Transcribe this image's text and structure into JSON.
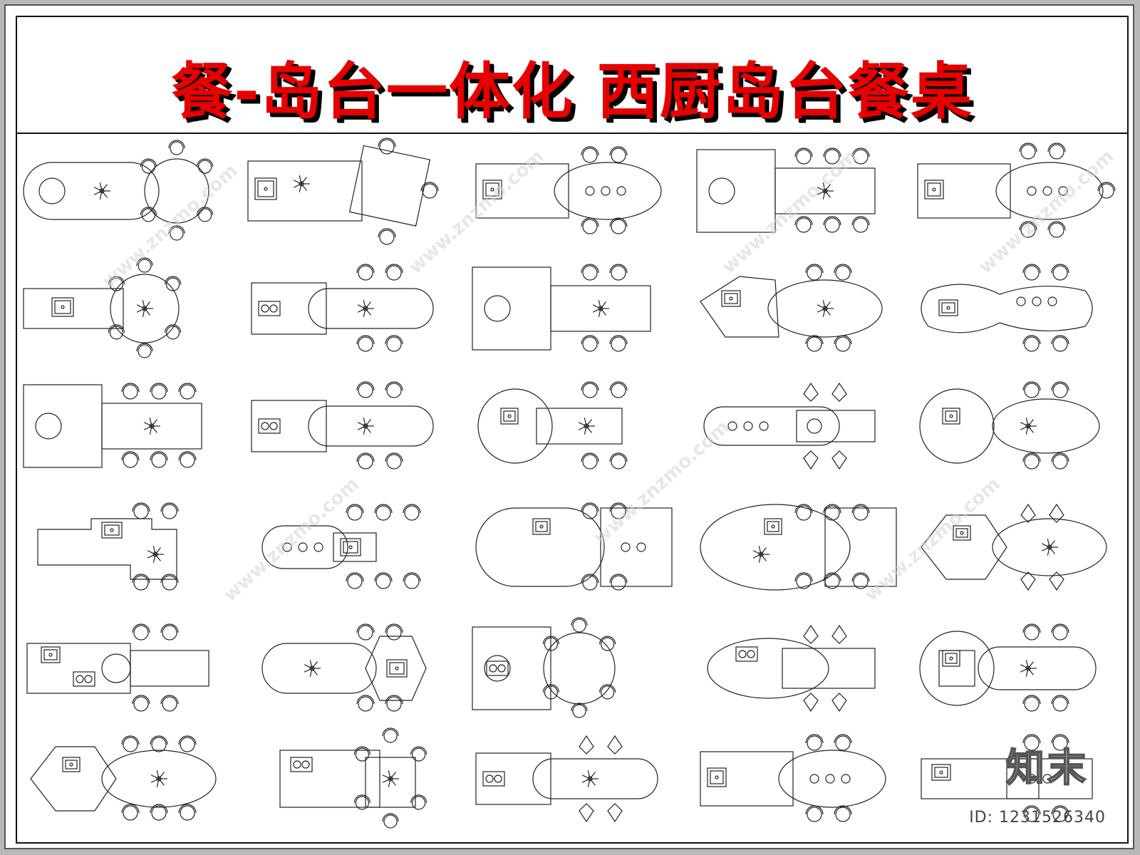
{
  "title": "餐-岛台一体化  西厨岛台餐桌",
  "watermark": "www.znzmo.com",
  "logo": "知末",
  "id_label": "ID: 1231526340",
  "colors": {
    "title": "#e60000",
    "title_shadow": "#000000",
    "line": "#222222"
  },
  "layouts": [
    {
      "type": "round-end",
      "chairs": "round-table"
    },
    {
      "type": "square-rotated",
      "chairs": "square"
    },
    {
      "type": "rect-oval",
      "chairs": "double-row"
    },
    {
      "type": "square-rect",
      "chairs": "triple-row"
    },
    {
      "type": "rect-ellipse",
      "chairs": "ellipse"
    },
    {
      "type": "rect-round",
      "chairs": "round-table"
    },
    {
      "type": "rect-capsule",
      "chairs": "double-row"
    },
    {
      "type": "square-rect",
      "chairs": "x-chairs"
    },
    {
      "type": "pentagon-ellipse",
      "chairs": "double-row"
    },
    {
      "type": "wave-oval",
      "chairs": "double-row"
    },
    {
      "type": "square-rect",
      "chairs": "triple-row"
    },
    {
      "type": "rect-capsule",
      "chairs": "double-row"
    },
    {
      "type": "circle-rect",
      "chairs": "double-row"
    },
    {
      "type": "capsule-rect",
      "chairs": "gem"
    },
    {
      "type": "circle-oval",
      "chairs": "double-row"
    },
    {
      "type": "stepped-rect",
      "chairs": "double-row"
    },
    {
      "type": "capsule-long",
      "chairs": "triple-row"
    },
    {
      "type": "capsule-square",
      "chairs": "double-row"
    },
    {
      "type": "ellipse-square",
      "chairs": "triple-row"
    },
    {
      "type": "hex-oval",
      "chairs": "gem"
    },
    {
      "type": "rect-circle",
      "chairs": "double-row"
    },
    {
      "type": "capsule-hex",
      "chairs": "double-row"
    },
    {
      "type": "square-circle",
      "chairs": "round-table"
    },
    {
      "type": "ellipse-rect",
      "chairs": "gem"
    },
    {
      "type": "circle-capsule",
      "chairs": "double-row"
    },
    {
      "type": "hex-oval",
      "chairs": "triple-row"
    },
    {
      "type": "rect-square",
      "chairs": "round-table"
    },
    {
      "type": "rect-capsule",
      "chairs": "gem"
    },
    {
      "type": "rect-oval",
      "chairs": "double-row"
    },
    {
      "type": "rect-rect",
      "chairs": "double-row"
    }
  ]
}
